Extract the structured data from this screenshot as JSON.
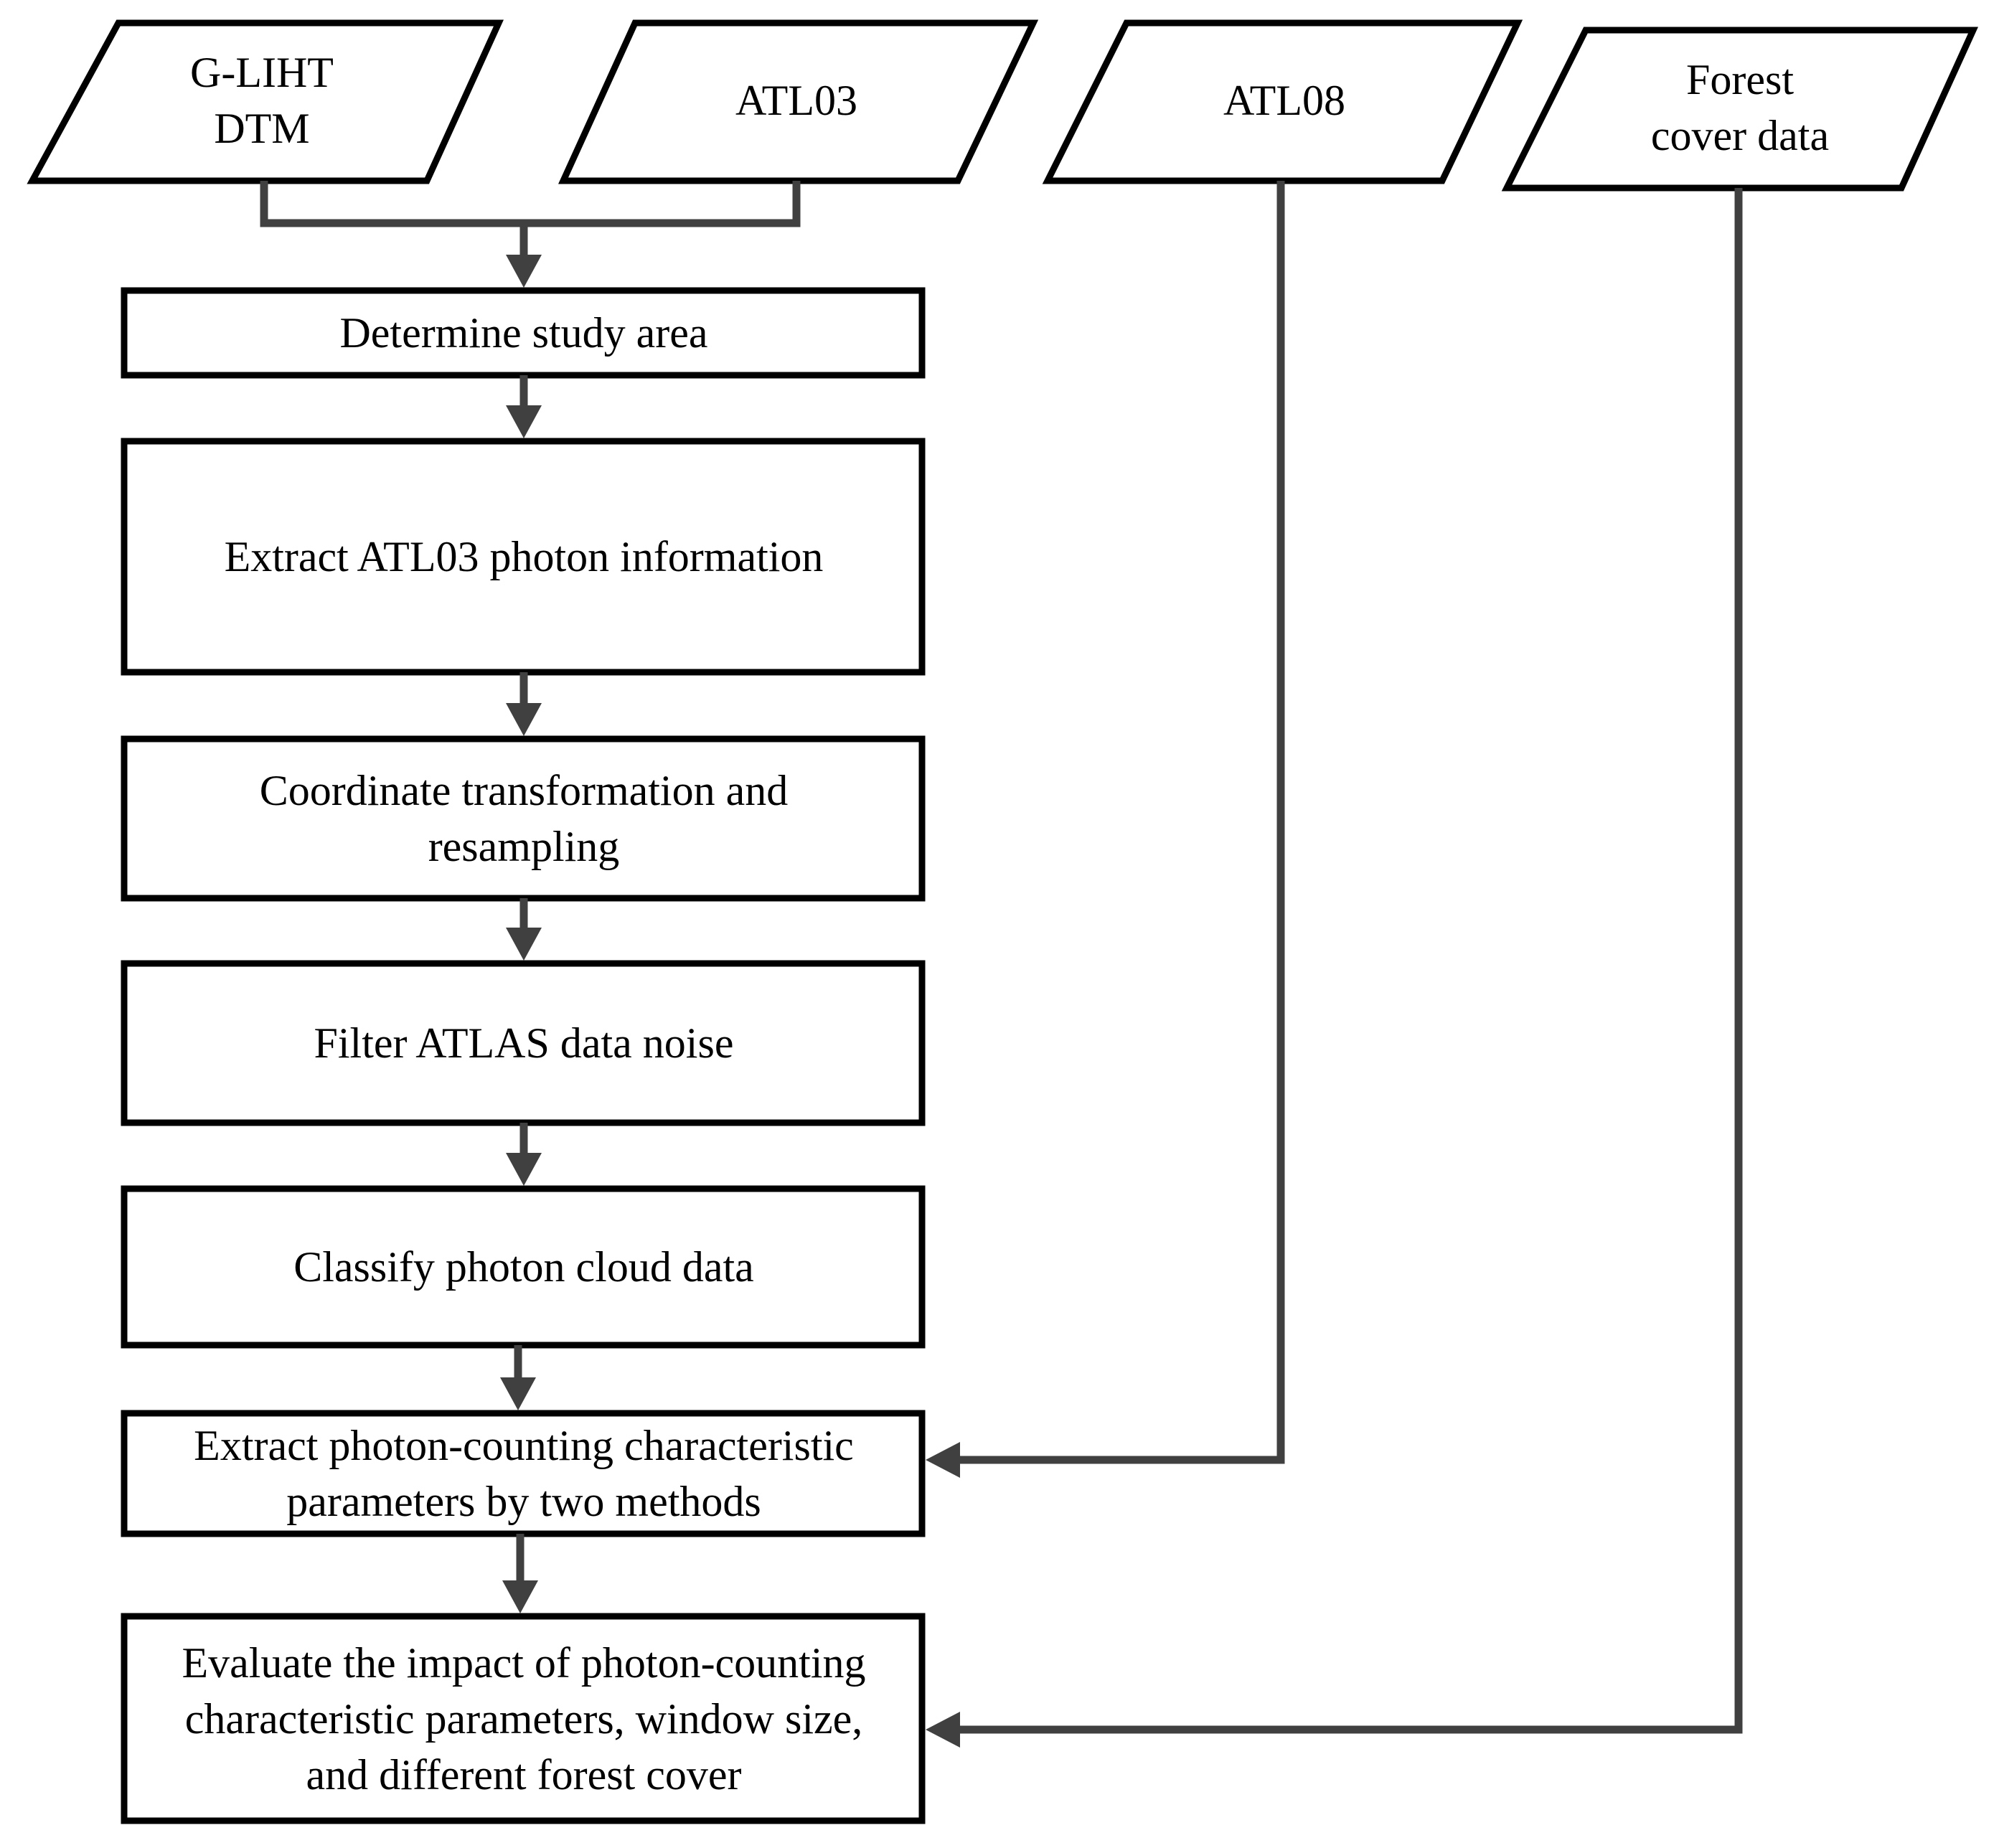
{
  "inputs": [
    {
      "id": "glight",
      "label": "G-LIHT\nDTM"
    },
    {
      "id": "atl03",
      "label": "ATL03"
    },
    {
      "id": "atl08",
      "label": "ATL08"
    },
    {
      "id": "forest",
      "label": "Forest\ncover data"
    }
  ],
  "steps": [
    {
      "id": "study-area",
      "label": "Determine study area"
    },
    {
      "id": "extract-photon",
      "label": "Extract ATL03 photon information"
    },
    {
      "id": "coord-transform",
      "label": "Coordinate transformation and\nresampling"
    },
    {
      "id": "filter-noise",
      "label": "Filter ATLAS data noise"
    },
    {
      "id": "classify",
      "label": "Classify photon cloud data"
    },
    {
      "id": "extract-params",
      "label": "Extract photon-counting characteristic\nparameters by two methods"
    },
    {
      "id": "evaluate",
      "label": "Evaluate the impact of photon-counting\ncharacteristic parameters, window size,\nand different forest cover"
    }
  ],
  "colors": {
    "stroke": "#000000",
    "connector": "#404040",
    "background": "#ffffff"
  }
}
